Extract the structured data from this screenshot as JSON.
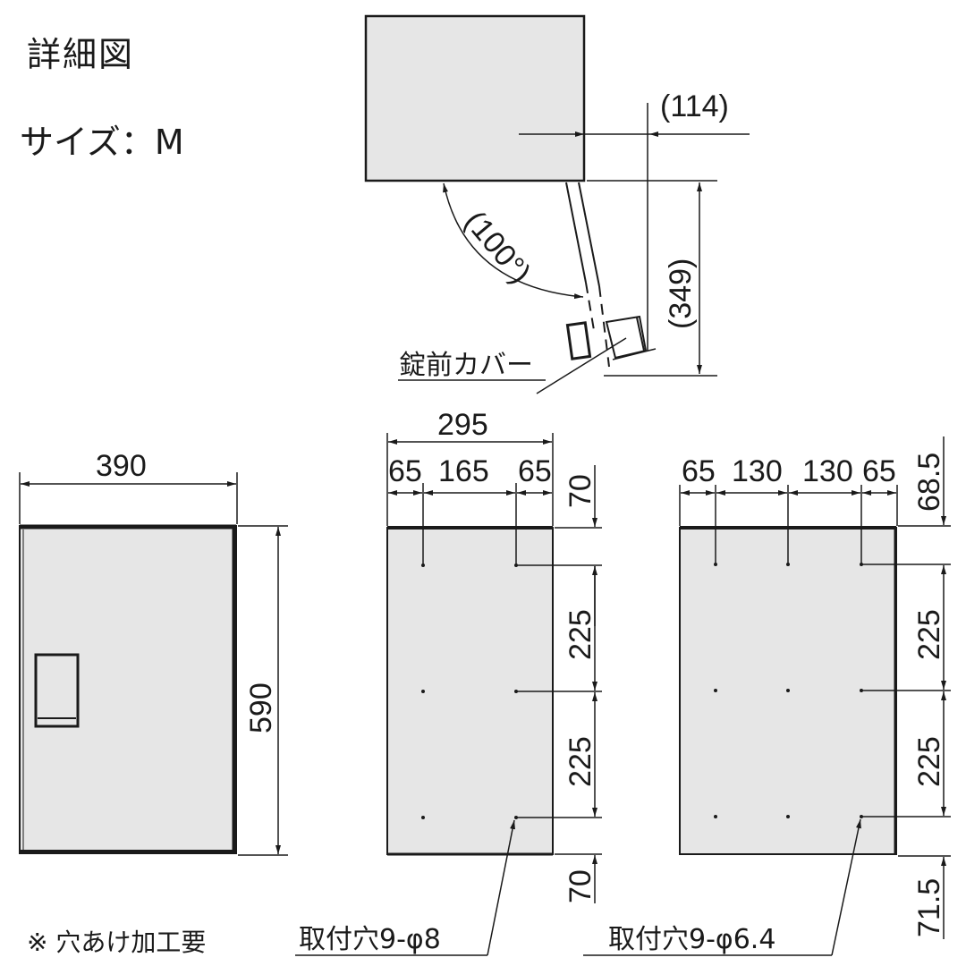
{
  "header": {
    "title": "詳細図",
    "size_label": "サイズ：M"
  },
  "top_view": {
    "door_offset": "(114)",
    "opening_angle": "(100°)",
    "swing_depth": "(349)",
    "lock_cover_label": "錠前カバー"
  },
  "front_view": {
    "width": "390",
    "height": "590"
  },
  "rear_view_a": {
    "total_width": "295",
    "h_segments": [
      "65",
      "165",
      "65"
    ],
    "v_segments": [
      "70",
      "225",
      "225",
      "70"
    ],
    "hole_callout": "取付穴9-φ8"
  },
  "rear_view_b": {
    "h_segments": [
      "65",
      "130",
      "130",
      "65"
    ],
    "v_segments": [
      "68.5",
      "225",
      "225",
      "71.5"
    ],
    "hole_callout": "取付穴9-φ6.4"
  },
  "footer": {
    "note": "※ 穴あけ加工要"
  },
  "colors": {
    "fill": "#e6e6e6",
    "line": "#1a1a1a"
  }
}
